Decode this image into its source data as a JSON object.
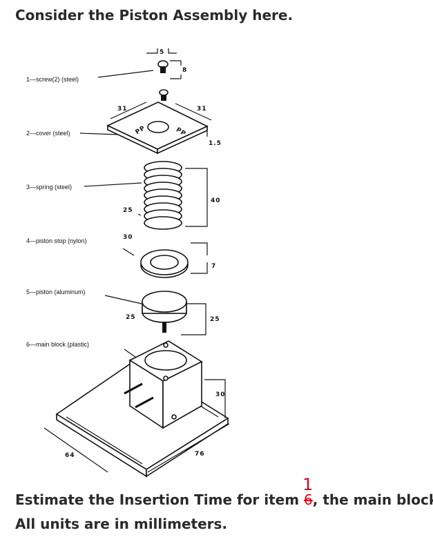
{
  "heading": "Consider the Piston Assembly here.",
  "question": {
    "before": "Estimate the Insertion Time for item ",
    "struck": "6",
    "handwritten": "1",
    "after": ", the main block."
  },
  "units_note": "All units are in millimeters.",
  "parts": [
    {
      "label": "1—screw(2) (steel)"
    },
    {
      "label": "2—cover (steel)"
    },
    {
      "label": "3—spring (steel)"
    },
    {
      "label": "4—piston stop (nylon)"
    },
    {
      "label": "5—piston (aluminum)"
    },
    {
      "label": "6—main block (plastic)"
    }
  ],
  "dimensions": {
    "screw_dia": "5",
    "screw_len": "8",
    "cover_w1": "31",
    "cover_w2": "31",
    "cover_t": "1.5",
    "spring_dia": "25",
    "spring_len": "40",
    "stop_dia": "30",
    "stop_h": "7",
    "piston_dia": "25",
    "piston_h": "25",
    "block_h": "30",
    "base_w": "64",
    "base_l": "76"
  },
  "cover_marks": [
    "PP",
    "PP"
  ]
}
